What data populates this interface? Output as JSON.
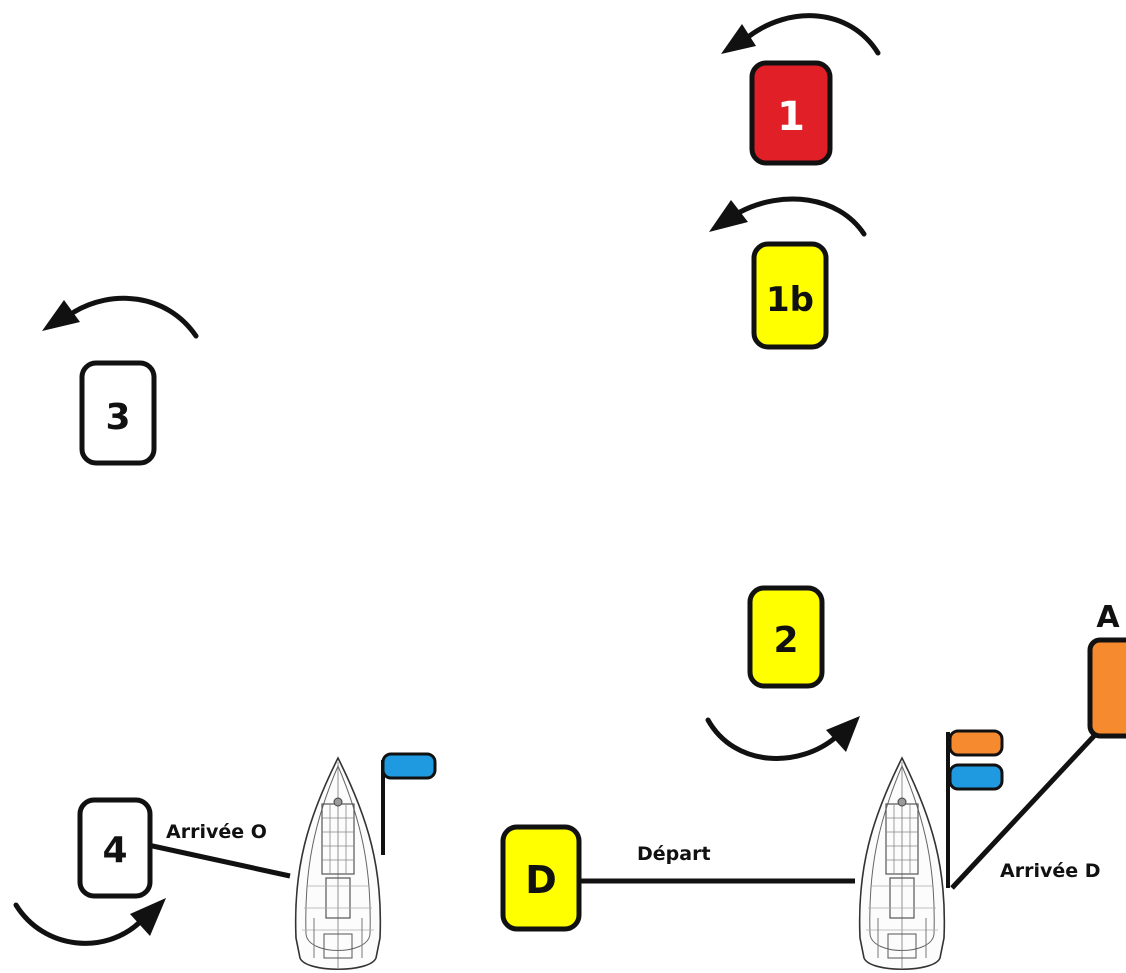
{
  "marks": {
    "m1": {
      "label": "1",
      "color": "#e11f26",
      "text_color": "#ffffff"
    },
    "m1b": {
      "label": "1b",
      "color": "#ffff00",
      "text_color": "#111111"
    },
    "m2": {
      "label": "2",
      "color": "#ffff00",
      "text_color": "#111111"
    },
    "m3": {
      "label": "3",
      "color": "#ffffff",
      "text_color": "#111111"
    },
    "m4": {
      "label": "4",
      "color": "#ffffff",
      "text_color": "#111111"
    },
    "mD": {
      "label": "D",
      "color": "#ffff00",
      "text_color": "#111111"
    },
    "mA": {
      "label": "A",
      "color": "#f58a2f"
    }
  },
  "lines": {
    "depart": "Départ",
    "arrivee_o": "Arrivée O",
    "arrivee_d": "Arrivée D"
  },
  "flags": {
    "blue": "#1f9ae0",
    "orange": "#f58a2f"
  },
  "icons": {
    "arrow": "curved-arrow-icon",
    "boat": "sailboat-icon",
    "flag": "flag-icon"
  }
}
